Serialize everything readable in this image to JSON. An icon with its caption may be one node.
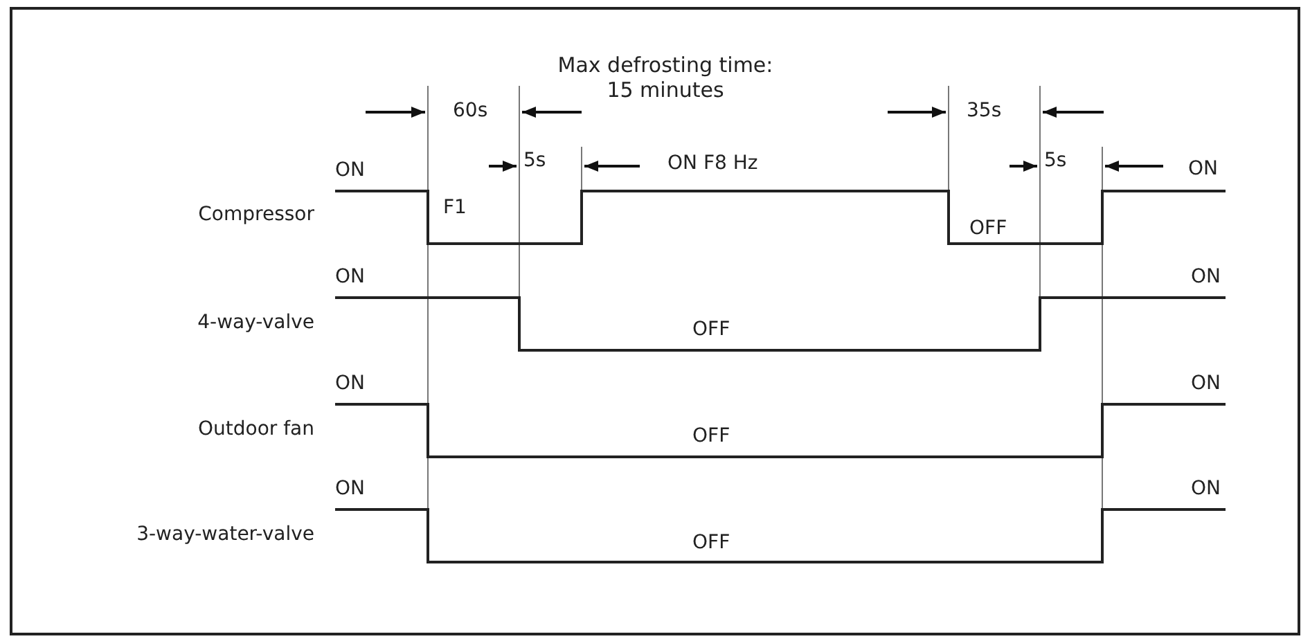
{
  "diagram": {
    "labels": [
      "Max defrosting time: 15 minutes",
      "60s",
      "35s",
      "ON",
      "5s",
      "ON F8 Hz",
      "5s",
      "ON",
      "Compressor",
      "F1",
      "OFF",
      "ON",
      "ON",
      "4-way-valve",
      "OFF",
      "ON",
      "ON",
      "Outdoor fan",
      "OFF",
      "ON",
      "ON",
      "3-way-water-valve",
      "OFF"
    ]
  }
}
